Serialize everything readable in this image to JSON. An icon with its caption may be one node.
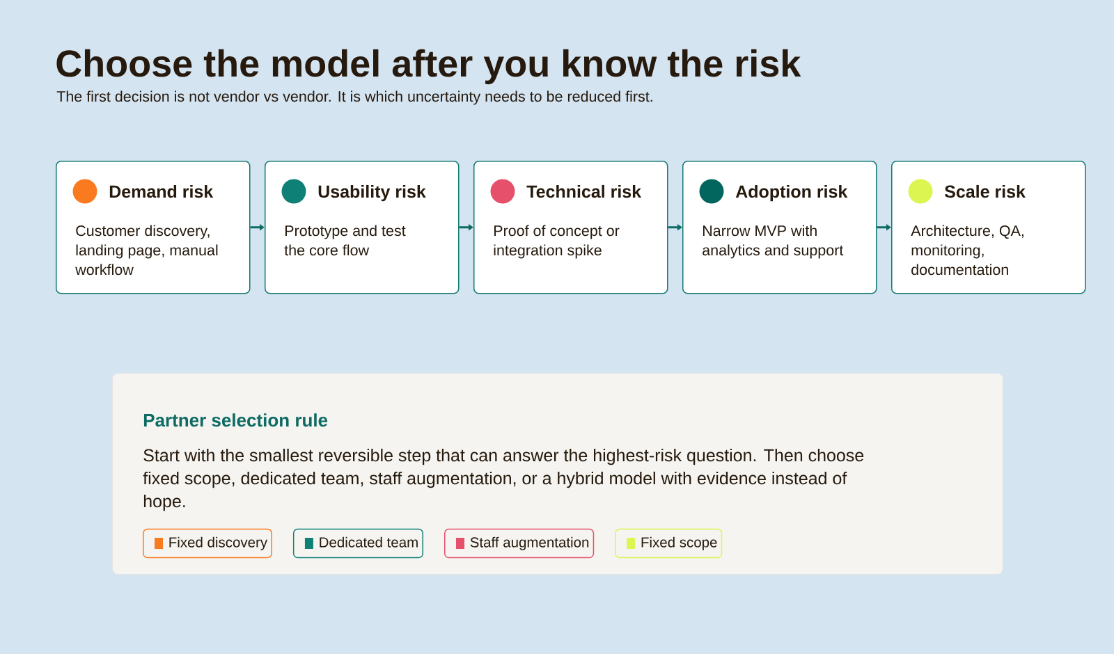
{
  "diagram": {
    "title": "Choose the model after you know the risk",
    "nodes": [
      {
        "text": [
          "Demand risk",
          "Customer discovery, landing page, manual workflow"
        ]
      },
      {
        "text": [
          "Usability risk",
          "Prototype and test the core flow"
        ]
      },
      {
        "text": [
          "Technical risk",
          "Proof of concept or integration spike"
        ]
      },
      {
        "text": [
          "Adoption risk",
          "Narrow MVP with analytics and support"
        ]
      },
      {
        "text": [
          "Scale risk",
          "Architecture, QA, monitoring, documentation"
        ]
      },
      {
        "text": [
          "Partner selection rule",
          "Start with the smallest reversible step that can answer the highest-risk question. Then choose fixed scope, dedicated team, staff augmentation, or a hybrid model with evidence instead of hope."
        ]
      }
    ],
    "edges": [
      {
        "from": 0,
        "to": 1,
        "arrow": "to"
      },
      {
        "from": 1,
        "to": 2,
        "arrow": "to"
      },
      {
        "from": 2,
        "to": 3,
        "arrow": "to"
      },
      {
        "from": 3,
        "to": 4,
        "arrow": "to"
      }
    ],
    "labels": [
      "The first decision is not vendor vs vendor. It is which uncertainty needs to be reduced first."
    ],
    "legend": [
      {
        "text": "Fixed discovery",
        "color": "#fa7a20"
      },
      {
        "text": "Dedicated team",
        "color": "#0e8076"
      },
      {
        "text": "Staff augmentation",
        "color": "#e6506b"
      },
      {
        "text": "Fixed scope",
        "color": "#dcf550"
      }
    ]
  }
}
